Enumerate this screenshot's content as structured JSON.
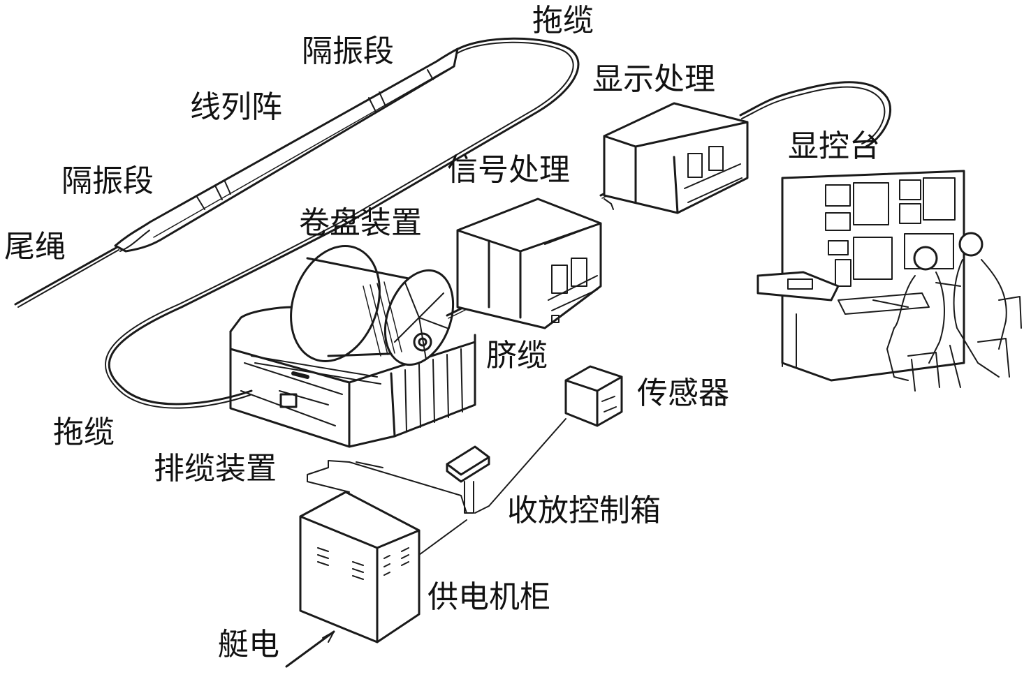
{
  "labels": {
    "tow_cable_top": "拖缆",
    "isolation_top": "隔振段",
    "line_array": "线列阵",
    "isolation_bottom": "隔振段",
    "tail_rope": "尾绳",
    "display_processing": "显示处理",
    "console": "显控台",
    "signal_processing": "信号处理",
    "reel_device": "卷盘装置",
    "umbilical_cable": "脐缆",
    "sensor": "传感器",
    "tow_cable_bottom": "拖缆",
    "cable_layer": "排缆装置",
    "control_box": "收放控制箱",
    "power_cabinet": "供电机柜",
    "ship_power": "艇电"
  },
  "colors": {
    "ink": "#1a1a1a",
    "background": "#ffffff"
  }
}
